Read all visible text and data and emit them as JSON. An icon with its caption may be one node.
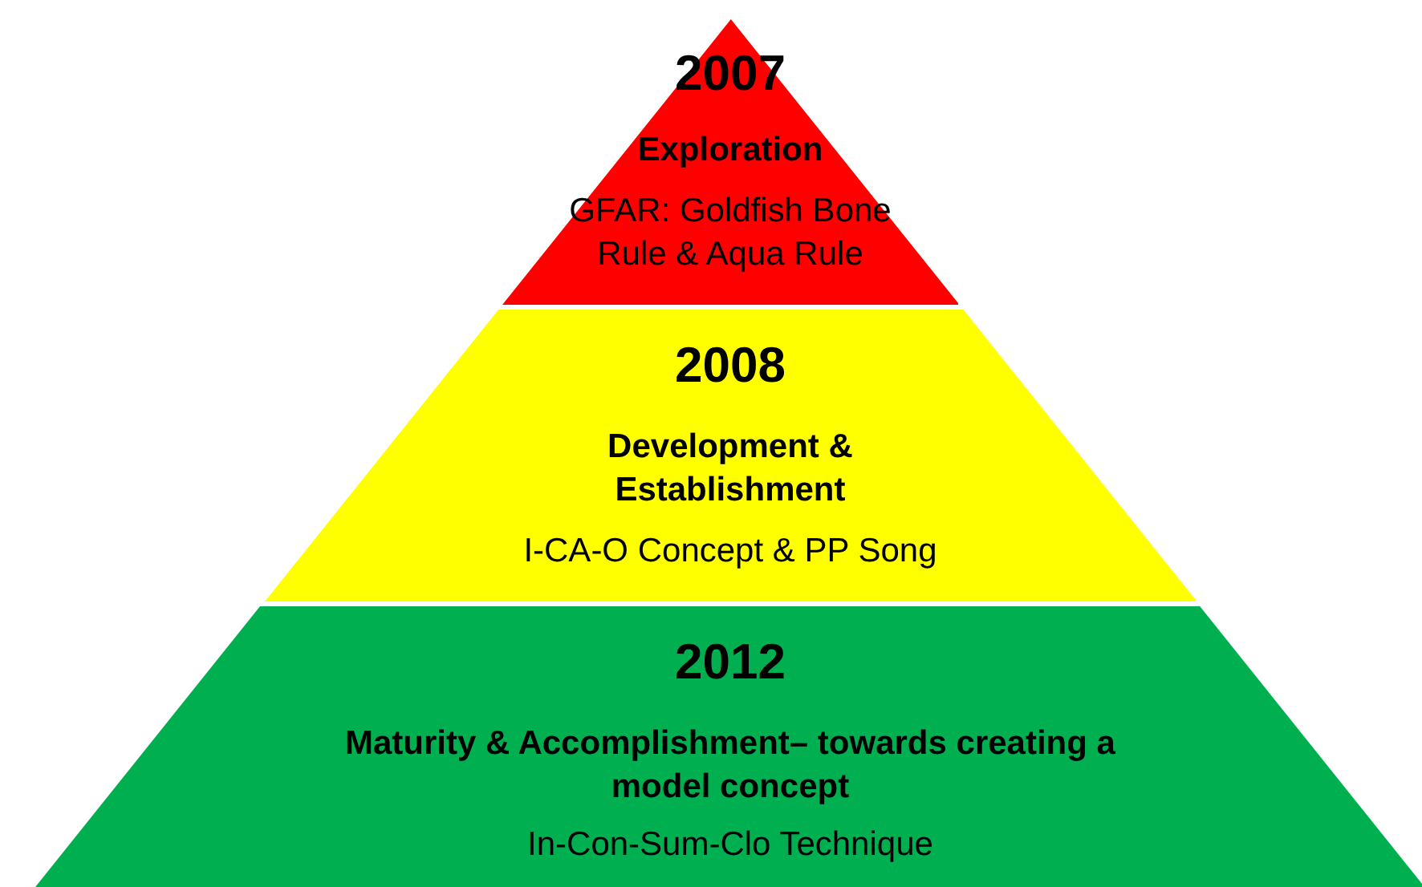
{
  "diagram": {
    "nodes": [
      {
        "text": [
          "2007",
          "Exploration",
          "GFAR: Goldfish Bone Rule & Aqua Rule"
        ]
      },
      {
        "text": [
          "2008",
          "Development & Establishment",
          "I-CA-O Concept & PP Song"
        ]
      },
      {
        "text": [
          "2012",
          "Maturity & Accomplishment– towards creating a model concept",
          "In-Con-Sum-Clo Technique"
        ]
      }
    ]
  }
}
